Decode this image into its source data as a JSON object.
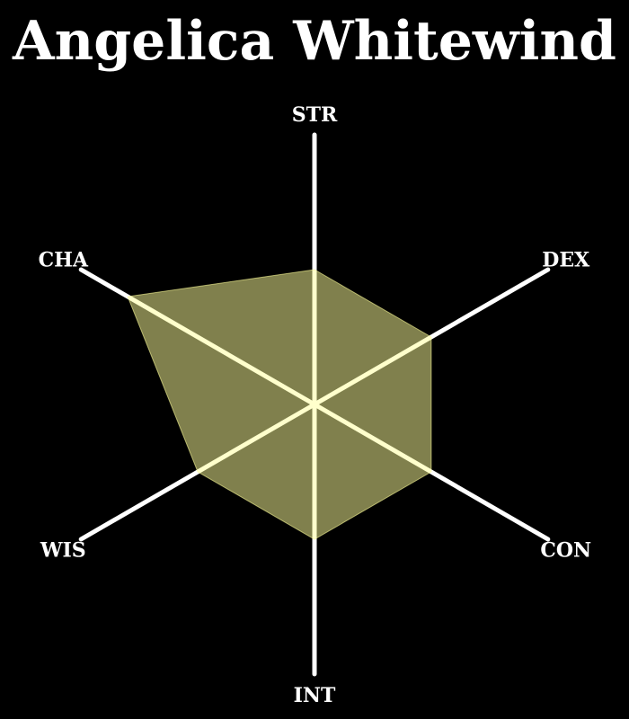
{
  "chart_data": {
    "type": "radar",
    "title": "Angelica Whitewind",
    "axes": [
      "STR",
      "DEX",
      "CON",
      "INT",
      "WIS",
      "CHA"
    ],
    "values": [
      10,
      10,
      10,
      10,
      10,
      16
    ],
    "rmax": 20,
    "colors": {
      "background": "#000000",
      "axis": "#ffffff",
      "fill": "#ffff99",
      "text": "#ffffff"
    }
  }
}
